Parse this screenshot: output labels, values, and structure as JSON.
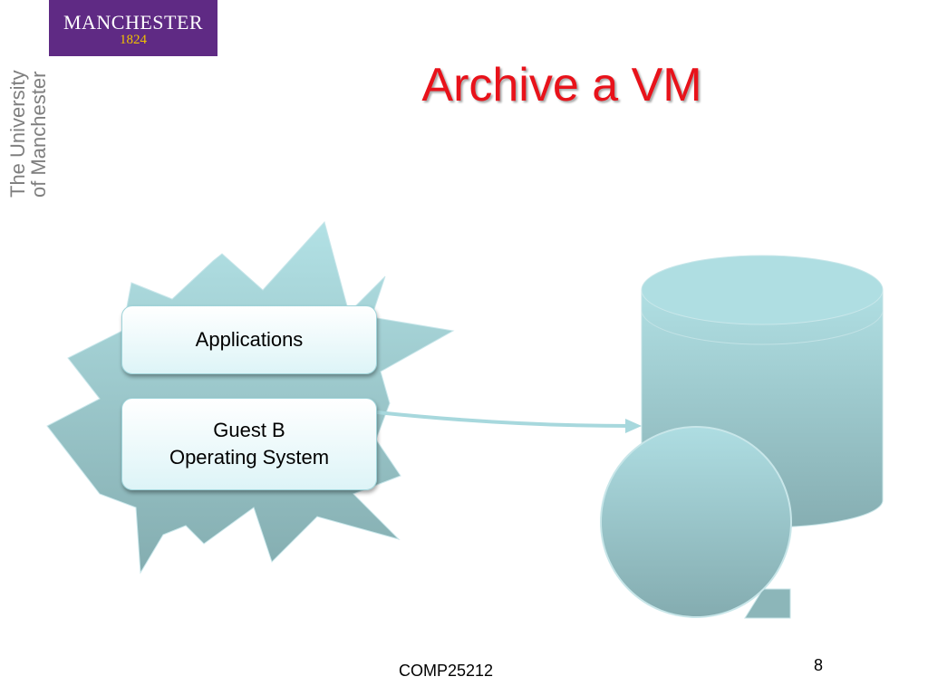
{
  "logo": {
    "name": "MANCHESTER",
    "year": "1824"
  },
  "side_text": {
    "line1": "The University",
    "line2": "of Manchester"
  },
  "title": "Archive a VM",
  "diagram": {
    "applications_label": "Applications",
    "os_label_line1": "Guest B",
    "os_label_line2": "Operating System"
  },
  "footer": {
    "course": "COMP25212",
    "page": "8"
  },
  "colors": {
    "title": "#e8121a",
    "logo_bg": "#5f2a84",
    "teal": "#a9dadf"
  }
}
